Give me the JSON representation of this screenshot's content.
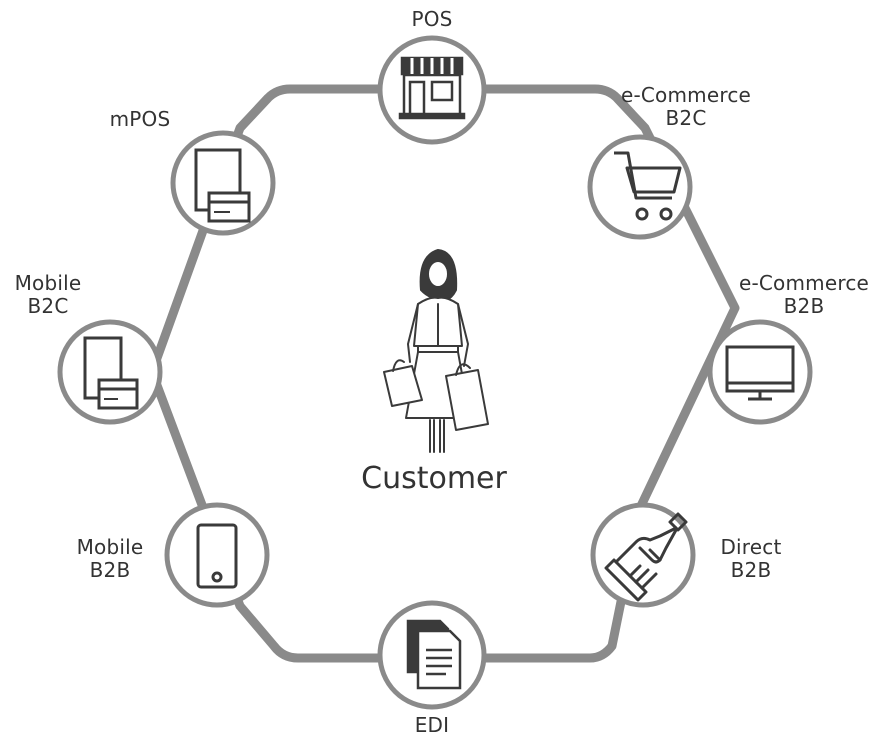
{
  "diagram": {
    "center": {
      "label": "Customer"
    },
    "nodes": [
      {
        "id": "pos",
        "lines": [
          "POS"
        ],
        "icon": "storefront-icon"
      },
      {
        "id": "ecom-b2c",
        "lines": [
          "e-Commerce",
          "B2C"
        ],
        "icon": "shopping-cart-icon"
      },
      {
        "id": "ecom-b2b",
        "lines": [
          "e-Commerce",
          "B2B"
        ],
        "icon": "monitor-icon"
      },
      {
        "id": "direct-b2b",
        "lines": [
          "Direct",
          "B2B"
        ],
        "icon": "handshake-icon"
      },
      {
        "id": "edi",
        "lines": [
          "EDI"
        ],
        "icon": "documents-icon"
      },
      {
        "id": "mobile-b2b",
        "lines": [
          "Mobile",
          "B2B"
        ],
        "icon": "smartphone-icon"
      },
      {
        "id": "mobile-b2c",
        "lines": [
          "Mobile",
          "B2C"
        ],
        "icon": "phone-card-icon"
      },
      {
        "id": "mpos",
        "lines": [
          "mPOS"
        ],
        "icon": "tablet-card-icon"
      }
    ]
  },
  "colors": {
    "ring": "#8a8a8a",
    "circle_stroke": "#8a8a8a",
    "icon": "#3a3a3a",
    "text": "#333333"
  }
}
